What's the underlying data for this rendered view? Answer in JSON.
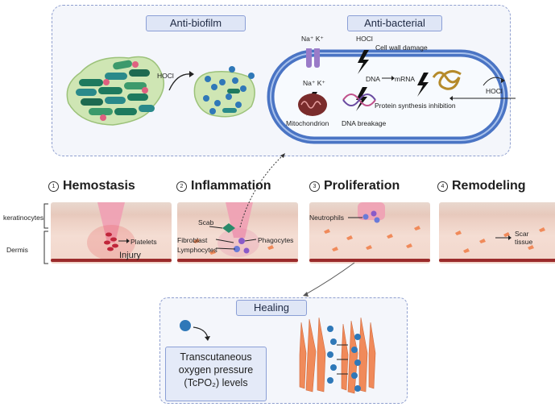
{
  "top": {
    "anti_biofilm_title": "Anti-biofilm",
    "anti_bacterial_title": "Anti-bacterial",
    "hocl_arrow_label": "HOCl",
    "na_k_top": "Na⁺  K⁺",
    "na_k_bottom": "Na⁺ K⁺",
    "hocl_inside": "HOCl",
    "cell_wall_damage": "Cell wall damage",
    "dna": "DNA",
    "mrna": "mRNA",
    "protein_synthesis": "Protein synthesis inhibition",
    "mitochondrion": "Mitochondrion",
    "dna_breakage": "DNA breakage",
    "hocl_right": "HOCl"
  },
  "side_labels": {
    "keratinocytes": "keratinocytes",
    "dermis": "Dermis"
  },
  "stages": [
    {
      "num": "1",
      "title": "Hemostasis"
    },
    {
      "num": "2",
      "title": "Inflammation"
    },
    {
      "num": "3",
      "title": "Proliferation"
    },
    {
      "num": "4",
      "title": "Remodeling"
    }
  ],
  "stage_labels": {
    "platelets": "Platelets",
    "injury": "Injury",
    "scab": "Scab",
    "fibroblast": "Fibroblast",
    "lymphocytes": "Lymphocytes",
    "phagocytes": "Phagocytes",
    "neutrophils": "Neutrophils",
    "scar_tissue": "Scar\ntissue"
  },
  "healing": {
    "title": "Healing",
    "tcpo2": "Transcutaneous\noxygen pressure\n(TcPO₂) levels"
  },
  "colors": {
    "panel_border": "#8f9fcf",
    "pill_fill": "#dfe6f6",
    "bacteria_green": "#1e7a5e",
    "bacteria_teal": "#2a8a8a",
    "oxygen_blue": "#2f78b8",
    "cell_wall": "#4a74c4",
    "wound_pink": "#f0a0b4",
    "vessel_red": "#9b2b2b",
    "fibroblast_orange": "#f08a5a"
  }
}
